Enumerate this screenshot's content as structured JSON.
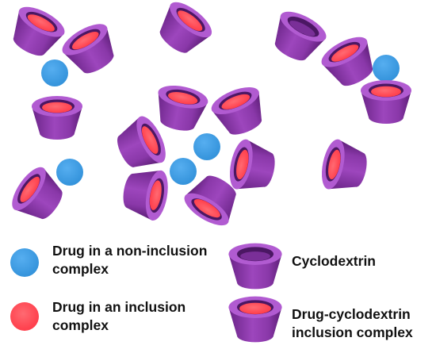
{
  "colors": {
    "cd_body_light": "#a24bc0",
    "cd_body_mid": "#8a3aa8",
    "cd_body_dark": "#5a1d74",
    "cd_rim": "#b25ad2",
    "cd_cavity": "#4a1761",
    "drug_free": "#3d9be0",
    "drug_inclusion": "#ff4d58"
  },
  "legend": {
    "free_drug": "Drug in a non-inclusion complex",
    "inclusion_drug": "Drug in an inclusion complex",
    "cyclodextrin": "Cyclodextrin",
    "inclusion_complex": "Drug-cyclodextrin inclusion complex"
  }
}
